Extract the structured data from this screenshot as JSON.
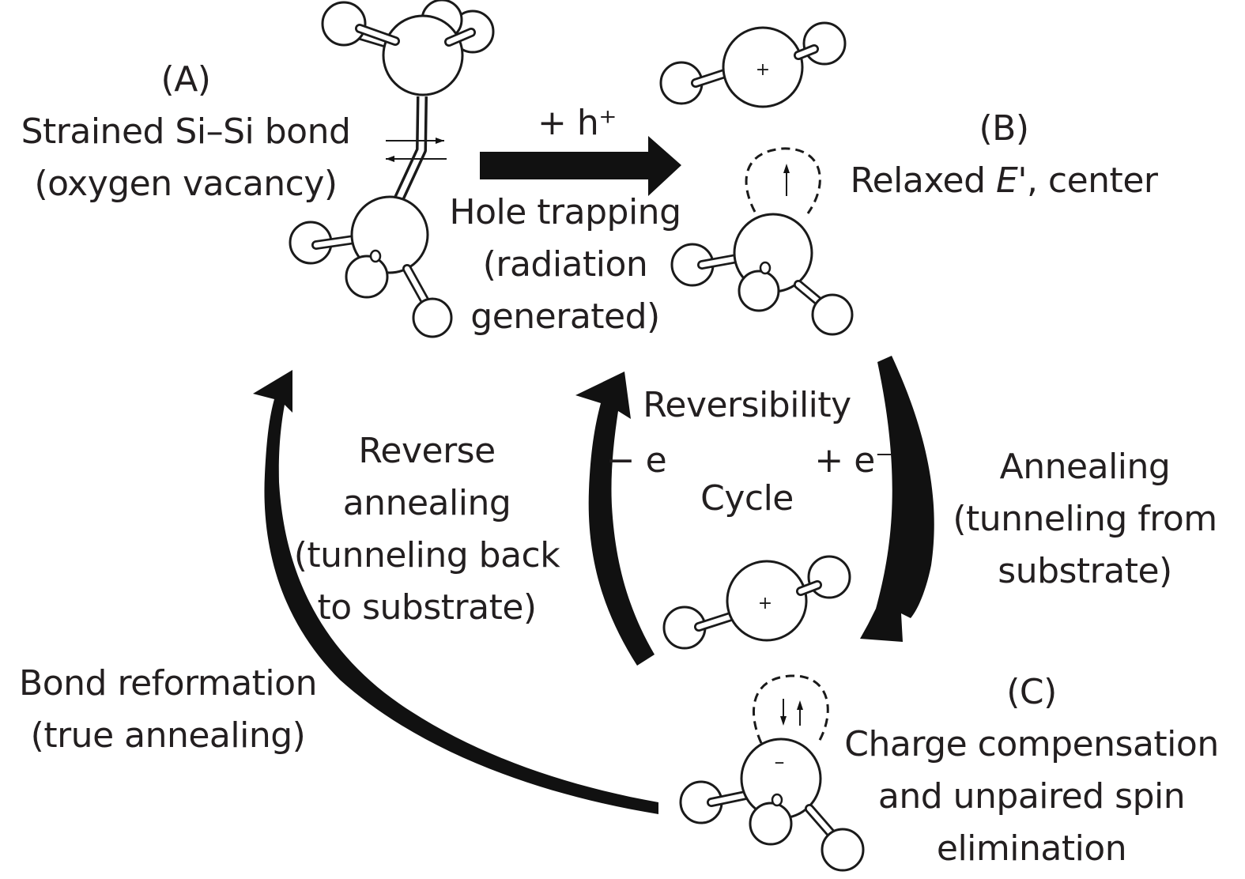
{
  "figure": {
    "title": "Oxygen vacancy defect cycle in SiO2: hole trapping, annealing and reverse annealing",
    "states": {
      "A": {
        "letter": "(A)",
        "line1": "Strained Si–Si bond",
        "line2": "(oxygen vacancy)"
      },
      "B": {
        "letter": "(B)",
        "line1_prefix": "Relaxed ",
        "line1_italic": "E",
        "line1_suffix": "', center"
      },
      "C": {
        "letter": "(C)",
        "line1": "Charge compensation",
        "line2": "and unpaired spin",
        "line3": "elimination"
      }
    },
    "transitions": {
      "hole_trapping": {
        "reagent": "+ h⁺",
        "line1": "Hole trapping",
        "line2": "(radiation",
        "line3": "generated)"
      },
      "annealing": {
        "reagent": "+ e⁻",
        "line1": "Annealing",
        "line2": "(tunneling from",
        "line3": "substrate)"
      },
      "reverse_annealing": {
        "reagent": "− e",
        "line1": "Reverse",
        "line2": "annealing",
        "line3": "(tunneling back",
        "line4": "to substrate)"
      },
      "bond_reformation": {
        "line1": "Bond reformation",
        "line2": "(true annealing)"
      }
    },
    "center": {
      "line1": "Reversibility",
      "line2": "Cycle"
    },
    "symbols": {
      "positive_charge": "+",
      "negative_charge": "–",
      "spin_up": "↑",
      "spin_pair": "↓↑"
    }
  }
}
